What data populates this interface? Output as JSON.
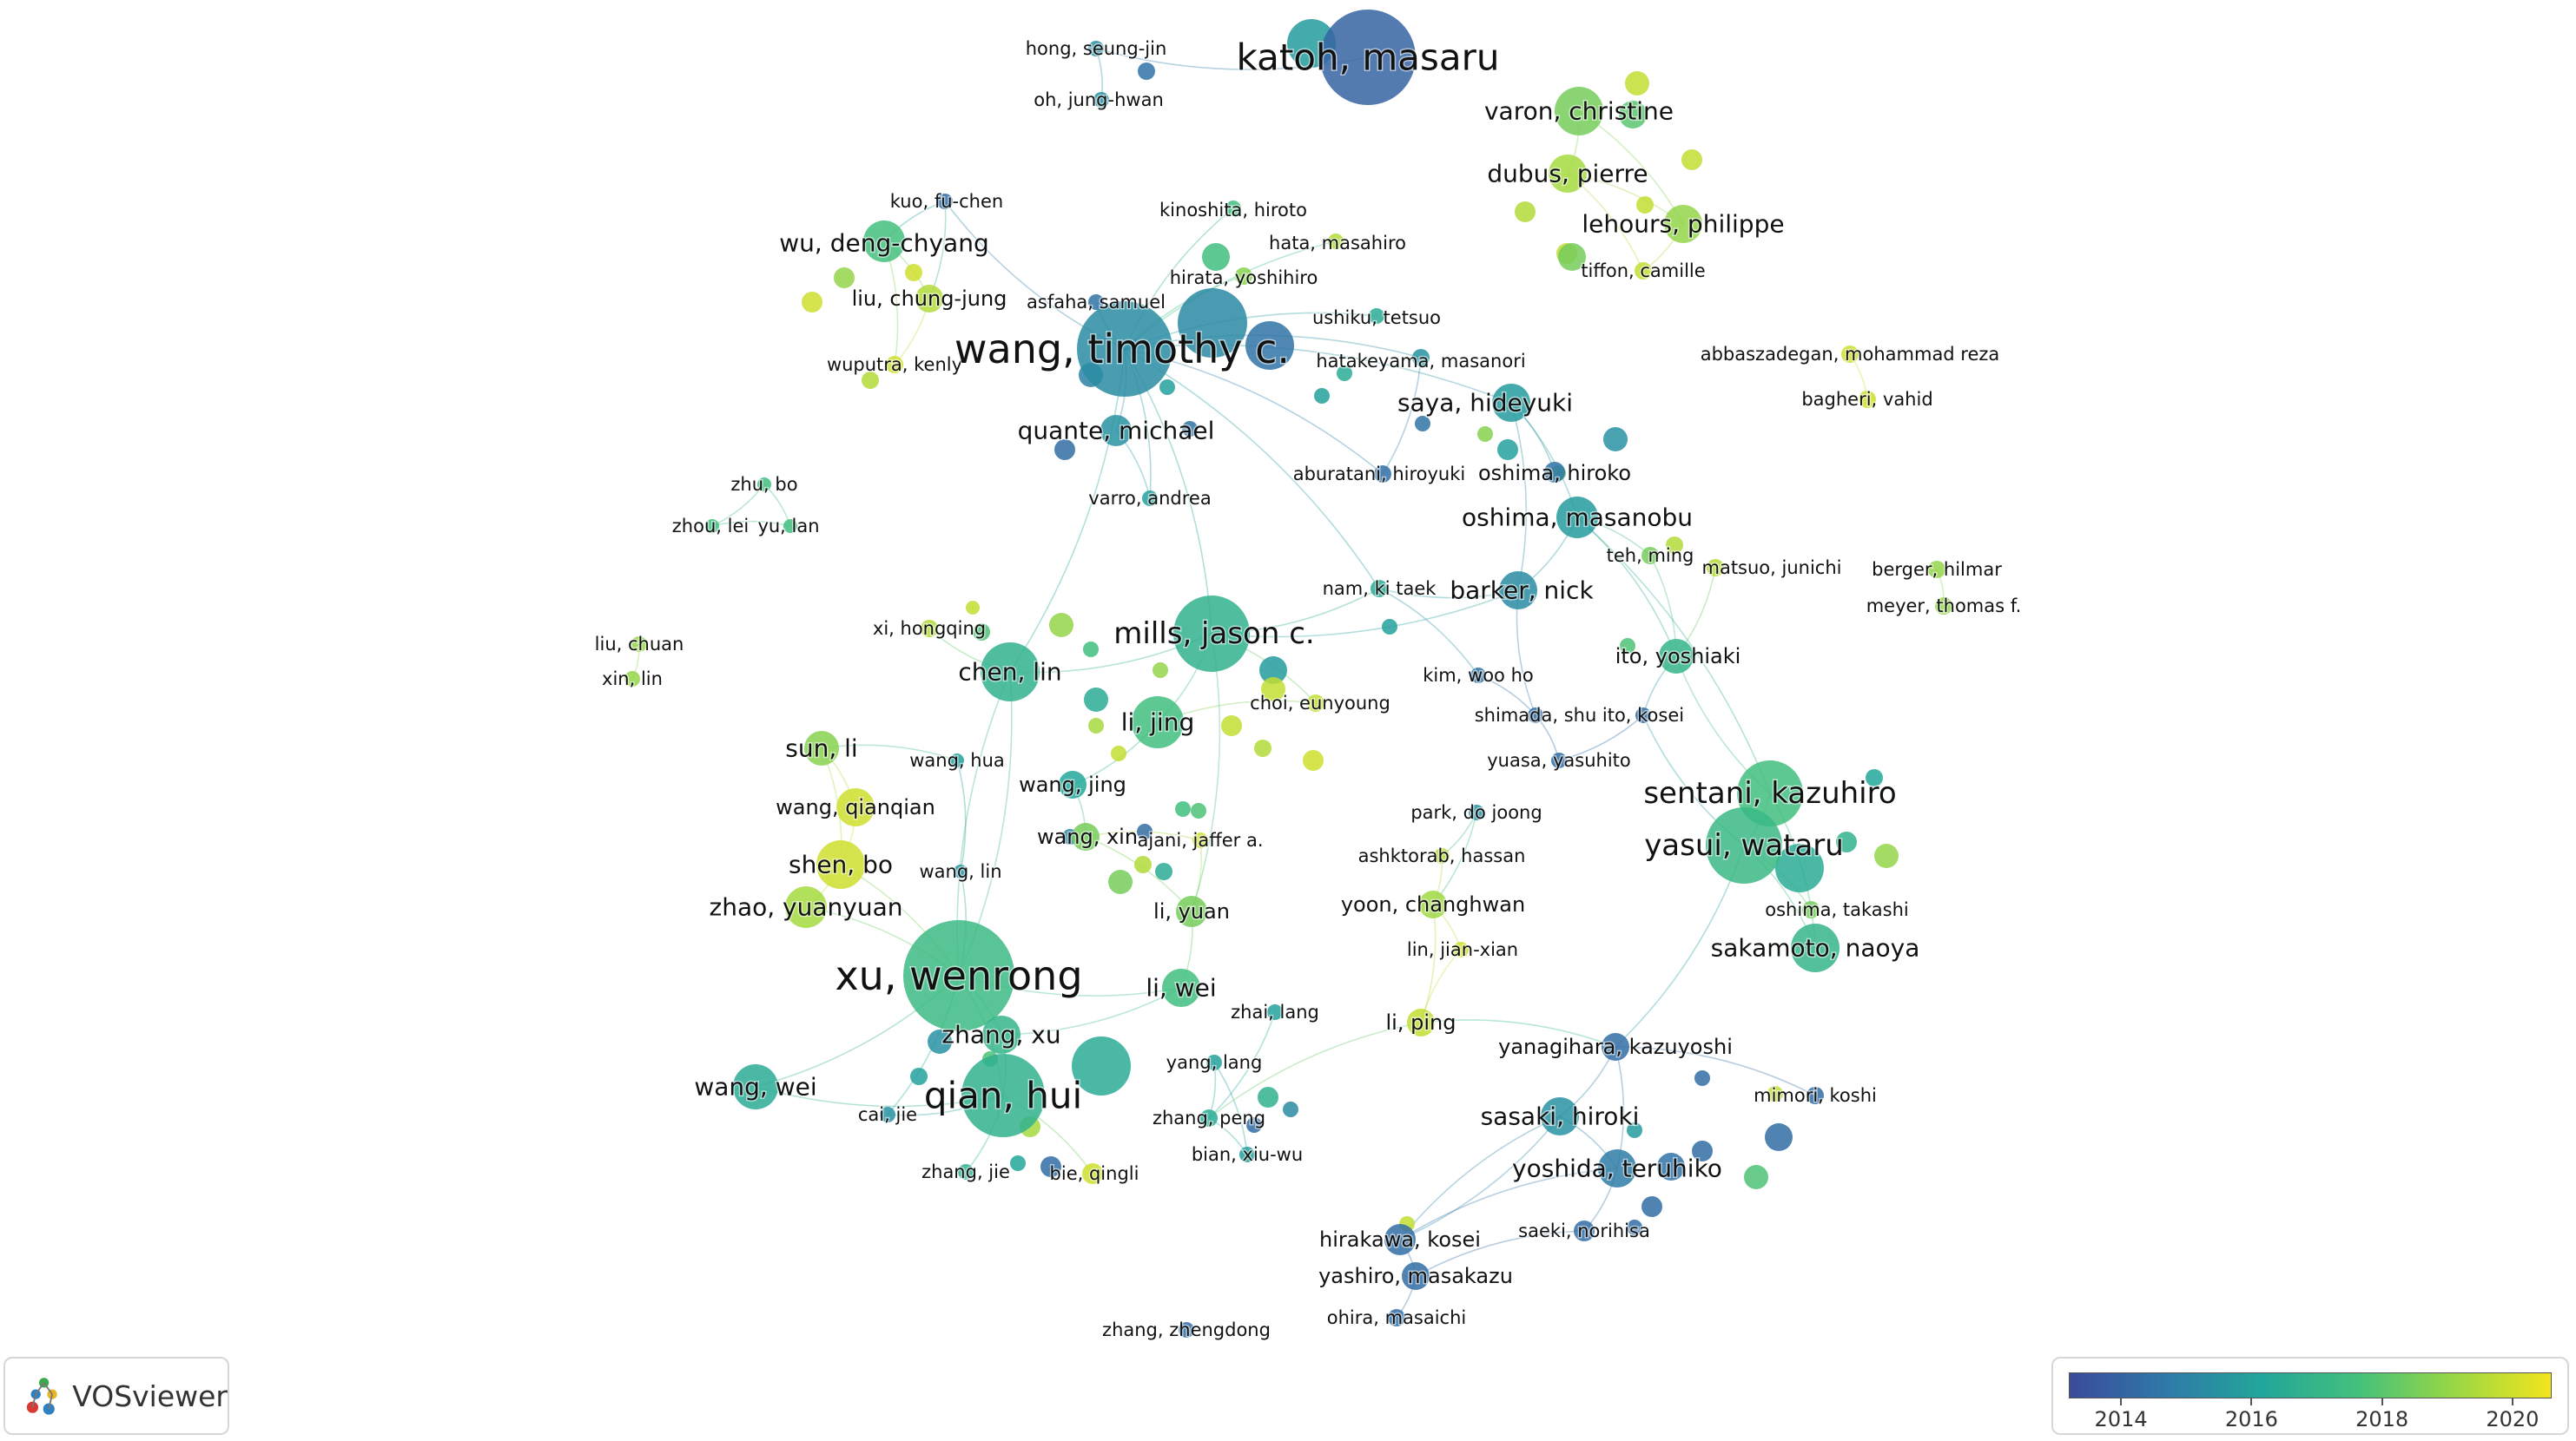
{
  "app": {
    "name": "VOSviewer"
  },
  "legend": {
    "labels": [
      "2014",
      "2016",
      "2018",
      "2020"
    ],
    "years": [
      2014,
      2016,
      2018,
      2020
    ],
    "range": [
      2013.2,
      2020.6
    ],
    "colors": [
      "#3b4b9a",
      "#2f79a8",
      "#22a69b",
      "#44c07c",
      "#9ad744",
      "#f2e51d"
    ]
  },
  "network": {
    "labels": [
      {
        "id": "katoh",
        "text": "katoh, masaru",
        "year": 2014.0,
        "w": 5
      },
      {
        "id": "hongsj",
        "text": "hong, seung-jin",
        "year": 2015.5,
        "w": 1
      },
      {
        "id": "ohjh",
        "text": "oh, jung-hwan",
        "year": 2015.5,
        "w": 1
      },
      {
        "id": "varon",
        "text": "varon, christine",
        "year": 2018.5,
        "w": 3
      },
      {
        "id": "dubus",
        "text": "dubus, pierre",
        "year": 2019.3,
        "w": 3
      },
      {
        "id": "lehours",
        "text": "lehours, philippe",
        "year": 2019.0,
        "w": 3
      },
      {
        "id": "tiffon",
        "text": "tiffon, camille",
        "year": 2019.8,
        "w": 1
      },
      {
        "id": "kuofc",
        "text": "kuo, fu-chen",
        "year": 2014.3,
        "w": 1
      },
      {
        "id": "wudc",
        "text": "wu, deng-chyang",
        "year": 2017.6,
        "w": 3
      },
      {
        "id": "liucj",
        "text": "liu, chung-jung",
        "year": 2019.5,
        "w": 2
      },
      {
        "id": "wuputra",
        "text": "wuputra, kenly",
        "year": 2020.0,
        "w": 1
      },
      {
        "id": "kinoshita",
        "text": "kinoshita, hiroto",
        "year": 2017.5,
        "w": 1
      },
      {
        "id": "hata",
        "text": "hata, masahiro",
        "year": 2019.5,
        "w": 1
      },
      {
        "id": "hirata",
        "text": "hirata, yoshihiro",
        "year": 2018.8,
        "w": 1
      },
      {
        "id": "asfaha",
        "text": "asfaha, samuel",
        "year": 2014.5,
        "w": 1
      },
      {
        "id": "ushiku",
        "text": "ushiku, tetsuo",
        "year": 2016.5,
        "w": 1
      },
      {
        "id": "wangtc",
        "text": "wang, timothy c.",
        "year": 2015.3,
        "w": 6
      },
      {
        "id": "hatakeyama",
        "text": "hatakeyama, masanori",
        "year": 2015.5,
        "w": 1
      },
      {
        "id": "saya",
        "text": "saya, hideyuki",
        "year": 2015.8,
        "w": 3
      },
      {
        "id": "quante",
        "text": "quante, michael",
        "year": 2015.5,
        "w": 3
      },
      {
        "id": "aburatani",
        "text": "aburatani, hiroyuki",
        "year": 2014.3,
        "w": 1
      },
      {
        "id": "oshimah",
        "text": "oshima, hiroko",
        "year": 2014.5,
        "w": 2
      },
      {
        "id": "varro",
        "text": "varro, andrea",
        "year": 2016.0,
        "w": 1
      },
      {
        "id": "abbas",
        "text": "abbaszadegan, mohammad reza",
        "year": 2020.0,
        "w": 1
      },
      {
        "id": "bagheri",
        "text": "bagheri, vahid",
        "year": 2020.0,
        "w": 1
      },
      {
        "id": "zhubo",
        "text": "zhu, bo",
        "year": 2017.5,
        "w": 1
      },
      {
        "id": "zhoulei",
        "text": "zhou, lei",
        "year": 2017.5,
        "w": 1
      },
      {
        "id": "yulan",
        "text": "yu, lan",
        "year": 2017.5,
        "w": 1
      },
      {
        "id": "oshimam",
        "text": "oshima, masanobu",
        "year": 2015.8,
        "w": 3
      },
      {
        "id": "teh",
        "text": "teh, ming",
        "year": 2018.5,
        "w": 1
      },
      {
        "id": "matsuo",
        "text": "matsuo, junichi",
        "year": 2019.5,
        "w": 1
      },
      {
        "id": "berger",
        "text": "berger, hilmar",
        "year": 2019.0,
        "w": 1
      },
      {
        "id": "meyer",
        "text": "meyer, thomas f.",
        "year": 2019.0,
        "w": 1
      },
      {
        "id": "liuchuan",
        "text": "liu, chuan",
        "year": 2019.0,
        "w": 1
      },
      {
        "id": "xinlin",
        "text": "xin, lin",
        "year": 2019.0,
        "w": 1
      },
      {
        "id": "xihq",
        "text": "xi, hongqing",
        "year": 2019.5,
        "w": 1
      },
      {
        "id": "namkt",
        "text": "nam, ki taek",
        "year": 2016.5,
        "w": 1
      },
      {
        "id": "barker",
        "text": "barker, nick",
        "year": 2015.3,
        "w": 3
      },
      {
        "id": "mills",
        "text": "mills, jason c.",
        "year": 2016.8,
        "w": 4
      },
      {
        "id": "chenlin",
        "text": "chen, lin",
        "year": 2016.8,
        "w": 3
      },
      {
        "id": "itoyo",
        "text": "ito, yoshiaki",
        "year": 2017.0,
        "w": 2
      },
      {
        "id": "kimwh",
        "text": "kim, woo ho",
        "year": 2014.5,
        "w": 1
      },
      {
        "id": "lijing",
        "text": "li, jing",
        "year": 2017.5,
        "w": 3
      },
      {
        "id": "choieu",
        "text": "choi, eunyoung",
        "year": 2019.8,
        "w": 1
      },
      {
        "id": "shimada",
        "text": "shimada, shu",
        "year": 2014.3,
        "w": 1
      },
      {
        "id": "itokosei",
        "text": "ito, kosei",
        "year": 2014.3,
        "w": 1
      },
      {
        "id": "sunli",
        "text": "sun, li",
        "year": 2018.8,
        "w": 3
      },
      {
        "id": "wanghua",
        "text": "wang, hua",
        "year": 2016.0,
        "w": 1
      },
      {
        "id": "yuasa",
        "text": "yuasa, yasuhito",
        "year": 2014.3,
        "w": 1
      },
      {
        "id": "wangjing",
        "text": "wang, jing",
        "year": 2016.2,
        "w": 2
      },
      {
        "id": "wangqq",
        "text": "wang, qianqian",
        "year": 2020.0,
        "w": 2
      },
      {
        "id": "sentani",
        "text": "sentani, kazuhiro",
        "year": 2017.5,
        "w": 4
      },
      {
        "id": "parkdj",
        "text": "park, do joong",
        "year": 2015.5,
        "w": 1
      },
      {
        "id": "wangxin",
        "text": "wang, xin",
        "year": 2018.5,
        "w": 2
      },
      {
        "id": "ajani",
        "text": "ajani, jaffer a.",
        "year": 2020.0,
        "w": 1
      },
      {
        "id": "yasui",
        "text": "yasui, wataru",
        "year": 2017.2,
        "w": 4
      },
      {
        "id": "shenbo",
        "text": "shen, bo",
        "year": 2020.0,
        "w": 3
      },
      {
        "id": "wanglin",
        "text": "wang, lin",
        "year": 2015.5,
        "w": 1
      },
      {
        "id": "ashktorab",
        "text": "ashktorab, hassan",
        "year": 2019.5,
        "w": 1
      },
      {
        "id": "oshimat",
        "text": "oshima, takashi",
        "year": 2018.5,
        "w": 1
      },
      {
        "id": "zhaoyy",
        "text": "zhao, yuanyuan",
        "year": 2019.3,
        "w": 3
      },
      {
        "id": "liyuan",
        "text": "li, yuan",
        "year": 2018.5,
        "w": 2
      },
      {
        "id": "yoonch",
        "text": "yoon, changhwan",
        "year": 2019.2,
        "w": 2
      },
      {
        "id": "sakamoto",
        "text": "sakamoto, naoya",
        "year": 2017.0,
        "w": 3
      },
      {
        "id": "linjx",
        "text": "lin, jian-xian",
        "year": 2020.0,
        "w": 1
      },
      {
        "id": "xuwr",
        "text": "xu, wenrong",
        "year": 2017.3,
        "w": 6
      },
      {
        "id": "liwei",
        "text": "li, wei",
        "year": 2017.5,
        "w": 3
      },
      {
        "id": "zhailang",
        "text": "zhai, lang",
        "year": 2016.0,
        "w": 1
      },
      {
        "id": "liping",
        "text": "li, ping",
        "year": 2019.8,
        "w": 2
      },
      {
        "id": "zhangxu",
        "text": "zhang, xu",
        "year": 2017.0,
        "w": 3
      },
      {
        "id": "yanagihara",
        "text": "yanagihara, kazuyoshi",
        "year": 2014.3,
        "w": 2
      },
      {
        "id": "yanglang",
        "text": "yang, lang",
        "year": 2016.0,
        "w": 1
      },
      {
        "id": "wangwei",
        "text": "wang, wei",
        "year": 2016.5,
        "w": 3
      },
      {
        "id": "qianhui",
        "text": "qian, hui",
        "year": 2016.8,
        "w": 5
      },
      {
        "id": "mimori",
        "text": "mimori, koshi",
        "year": 2014.3,
        "w": 1
      },
      {
        "id": "caijie",
        "text": "cai, jie",
        "year": 2015.5,
        "w": 1
      },
      {
        "id": "zhangpeng",
        "text": "zhang, peng",
        "year": 2016.5,
        "w": 1
      },
      {
        "id": "sasaki",
        "text": "sasaki, hiroki",
        "year": 2015.5,
        "w": 3
      },
      {
        "id": "bianxw",
        "text": "bian, xiu-wu",
        "year": 2016.0,
        "w": 1
      },
      {
        "id": "zhangjie",
        "text": "zhang, jie",
        "year": 2016.8,
        "w": 1
      },
      {
        "id": "bieql",
        "text": "bie, qingli",
        "year": 2020.0,
        "w": 1
      },
      {
        "id": "yoshida",
        "text": "yoshida, teruhiko",
        "year": 2014.8,
        "w": 3
      },
      {
        "id": "hirakawa",
        "text": "hirakawa, kosei",
        "year": 2014.3,
        "w": 2
      },
      {
        "id": "saeki",
        "text": "saeki, norihisa",
        "year": 2014.3,
        "w": 1
      },
      {
        "id": "yashiro",
        "text": "yashiro, masakazu",
        "year": 2014.3,
        "w": 2
      },
      {
        "id": "ohira",
        "text": "ohira, masaichi",
        "year": 2014.3,
        "w": 1
      },
      {
        "id": "zhangzd",
        "text": "zhang, zhengdong",
        "year": 2014.3,
        "w": 1
      }
    ],
    "extra_nodes": [
      {
        "year": 2015.8
      },
      {
        "year": 2014.5
      },
      {
        "year": 2018.0
      },
      {
        "year": 2019.8
      },
      {
        "year": 2019.8
      },
      {
        "year": 2019.5
      },
      {
        "year": 2019.8
      },
      {
        "year": 2018.5
      },
      {
        "year": 2019.8
      },
      {
        "year": 2020.0
      },
      {
        "year": 2019.5
      },
      {
        "year": 2019.0
      },
      {
        "year": 2020.0
      },
      {
        "year": 2015.2
      },
      {
        "year": 2014.5
      },
      {
        "year": 2017.5
      },
      {
        "year": 2015.0
      },
      {
        "year": 2016.5
      },
      {
        "year": 2016.0
      },
      {
        "year": 2014.3
      },
      {
        "year": 2016.0
      },
      {
        "year": 2014.5
      },
      {
        "year": 2014.5
      },
      {
        "year": 2016.0
      },
      {
        "year": 2015.5
      },
      {
        "year": 2018.2
      },
      {
        "year": 2018.8
      },
      {
        "year": 2019.5
      },
      {
        "year": 2017.8
      },
      {
        "year": 2016.0
      },
      {
        "year": 2015.8
      },
      {
        "year": 2019.8
      },
      {
        "year": 2019.8
      },
      {
        "year": 2019.5
      },
      {
        "year": 2020.0
      },
      {
        "year": 2019.8
      },
      {
        "year": 2019.0
      },
      {
        "year": 2019.3
      },
      {
        "year": 2019.8
      },
      {
        "year": 2019.0
      },
      {
        "year": 2017.5
      },
      {
        "year": 2016.5
      },
      {
        "year": 2014.3
      },
      {
        "year": 2019.5
      },
      {
        "year": 2016.5
      },
      {
        "year": 2017.5
      },
      {
        "year": 2017.8
      },
      {
        "year": 2018.5
      },
      {
        "year": 2015.0
      },
      {
        "year": 2017.8
      },
      {
        "year": 2016.5
      },
      {
        "year": 2016.0
      },
      {
        "year": 2017.8
      },
      {
        "year": 2015.5
      },
      {
        "year": 2019.3
      },
      {
        "year": 2016.2
      },
      {
        "year": 2014.3
      },
      {
        "year": 2016.8
      },
      {
        "year": 2015.3
      },
      {
        "year": 2014.3
      },
      {
        "year": 2014.3
      },
      {
        "year": 2015.8
      },
      {
        "year": 2014.3
      },
      {
        "year": 2014.3
      },
      {
        "year": 2014.3
      },
      {
        "year": 2014.3
      },
      {
        "year": 2014.5
      },
      {
        "year": 2019.8
      },
      {
        "year": 2019.8
      },
      {
        "year": 2017.8
      },
      {
        "year": 2016.5
      },
      {
        "year": 2019.0
      },
      {
        "year": 2016.8
      },
      {
        "year": 2016.2
      }
    ]
  }
}
